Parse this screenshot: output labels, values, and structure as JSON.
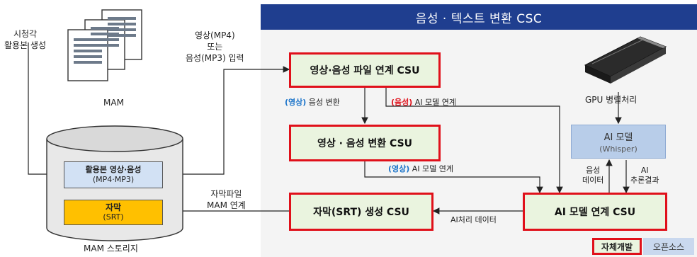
{
  "title": "음성 · 텍스트 변환 CSC",
  "left": {
    "generate_label": "시청각\n활용본 생성",
    "mam_label": "MAM",
    "storage_label": "MAM 스토리지",
    "file_box_line1": "활용본 영상·음성",
    "file_box_line2": "(MP4·MP3)",
    "subtitle_box_line1": "자막",
    "subtitle_box_line2": "(SRT)",
    "input_label": "영상(MP4)\n또는\n음성(MP3) 입력",
    "subtitle_link_label": "자막파일\nMAM 연계"
  },
  "csu": {
    "file_link": "영상·음성 파일 연계 CSU",
    "convert": "영상 · 음성 변환 CSU",
    "srt_gen": "자막(SRT) 생성 CSU",
    "ai_link": "AI 모델 연계 CSU"
  },
  "edges": {
    "video_tag1": "(영상)",
    "audio_convert": " 음성 변환",
    "audio_tag": "(음성)",
    "ai_link1": " AI 모델 연계",
    "video_tag2": "(영상)",
    "ai_link2": " AI 모델 연계",
    "ai_processed": "AI처리 데이터",
    "voice_data": "음성\n데이터",
    "ai_result": "AI\n추론결과",
    "gpu": "GPU 병렬처리"
  },
  "ai_model": {
    "name": "AI 모델",
    "sub": "(Whisper)"
  },
  "legend": {
    "own": "자체개발",
    "opensource": "오픈소스"
  },
  "colors": {
    "header": "#1f3e8f",
    "csu_border": "#e0101a",
    "csu_fill": "#eaf4df",
    "ai_model": "#b8cde9",
    "subtitle": "#ffc000",
    "accent_blue": "#1a73c9"
  }
}
